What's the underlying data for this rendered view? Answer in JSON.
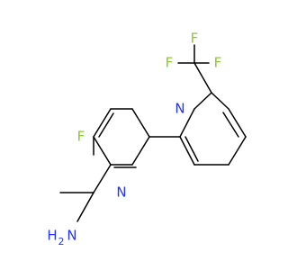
{
  "molecule": {
    "colors": {
      "bond": "#000000",
      "nitrogen": "#2233ff",
      "fluorine": "#8cc832",
      "carbon": "#000000"
    },
    "atoms": {
      "f_top_left": "F",
      "f_top_right": "F",
      "f_cf3_left": "F",
      "n_pyridine_top": "N",
      "f_ring": "F",
      "n_pyridine_bottom": "N",
      "amine_h": "H",
      "amine_sub": "2",
      "amine_n": "N"
    }
  }
}
